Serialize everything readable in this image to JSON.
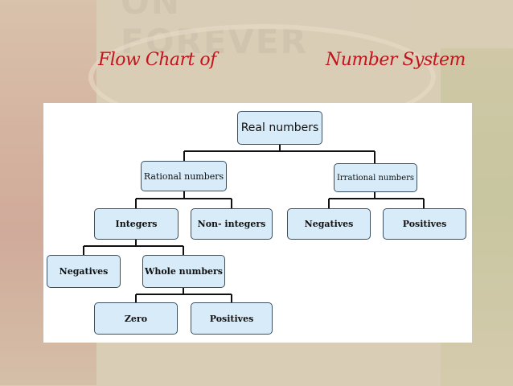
{
  "title": {
    "left": "Flow Chart of",
    "right": "Number System"
  },
  "background": {
    "banner_text": "ON FOREVER"
  },
  "diagram": {
    "root": "Real numbers",
    "rational": "Rational numbers",
    "irrational": "Irrational numbers",
    "integers": "Integers",
    "non_integers": "Non- integers",
    "irr_negatives": "Negatives",
    "irr_positives": "Positives",
    "int_negatives": "Negatives",
    "whole_numbers": "Whole numbers",
    "zero": "Zero",
    "whole_positives": "Positives"
  },
  "colors": {
    "title": "#c2141c",
    "node_fill": "#d7ebf8",
    "node_border": "#3a4f63",
    "connector": "#111111"
  }
}
